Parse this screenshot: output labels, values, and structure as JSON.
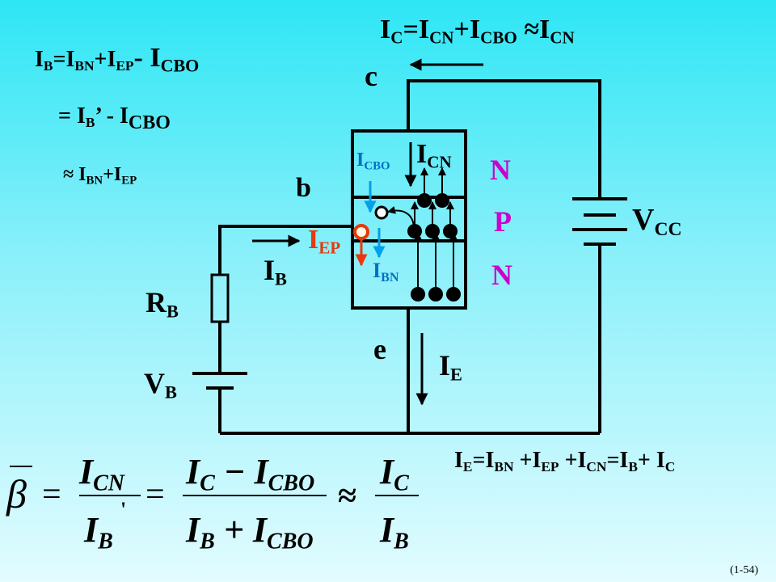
{
  "formulas": {
    "ic_top": {
      "main": "I",
      "sub1": "C",
      "eq": "=I",
      "sub2": "CN",
      "plus": "+I",
      "sub3": "CBO",
      "approx": " ≈I",
      "sub4": "CN"
    },
    "ib_line1": {
      "a": "I",
      "a_sub": "B",
      "b": "=I",
      "b_sub": "BN",
      "c": "+I",
      "c_sub": "EP",
      "d": "- I",
      "d_sub": "CBO"
    },
    "ib_line2": {
      "a": "= I",
      "a_sub": "B",
      "b": "’ - I",
      "b_sub": "CBO"
    },
    "ib_line3": {
      "a": "≈ I",
      "a_sub": "BN",
      "b": "+I",
      "b_sub": "EP"
    },
    "ie_bottom": {
      "a": "I",
      "a_sub": "E",
      "b": "=I",
      "b_sub": "BN",
      "c": " +I",
      "c_sub": "EP",
      "d": " +I",
      "d_sub": "CN",
      "e": "=I",
      "e_sub": "B",
      "f": "+  I",
      "f_sub": "C"
    }
  },
  "terminals": {
    "c": "c",
    "b": "b",
    "e": "e"
  },
  "regions": {
    "top": "N",
    "middle": "P",
    "bottom": "N"
  },
  "labels": {
    "icbo": {
      "main": "I",
      "sub": "CBO"
    },
    "icn": {
      "main": "I",
      "sub": "CN"
    },
    "iep": {
      "main": "I",
      "sub": "EP"
    },
    "ibn": {
      "main": "I",
      "sub": "BN"
    },
    "ib": {
      "main": "I",
      "sub": "B"
    },
    "ie": {
      "main": "I",
      "sub": "E"
    },
    "rb": {
      "main": "R",
      "sub": "B"
    },
    "vb": {
      "main": "V",
      "sub": "B"
    },
    "vcc": {
      "main": "V",
      "sub": "CC"
    }
  },
  "beta": {
    "symbol": "β",
    "eq1": "=",
    "f1_num": {
      "main": "I",
      "sub": "CN"
    },
    "f1_den": {
      "main": "I",
      "sub": "B",
      "prime": "'"
    },
    "eq2": "=",
    "f2_num": {
      "a": "I",
      "a_sub": "C",
      "op": " − I",
      "b_sub": "CBO"
    },
    "f2_den": {
      "a": "I",
      "a_sub": "B",
      "op": " + I",
      "b_sub": "CBO"
    },
    "approx": "≈",
    "f3_num": {
      "main": "I",
      "sub": "C"
    },
    "f3_den": {
      "main": "I",
      "sub": "B"
    }
  },
  "page_number": "(1-54)",
  "colors": {
    "red": "#e8380d",
    "blue": "#0070c0",
    "magenta": "#cc00cc",
    "icbo_arrow": "#00a0e9"
  }
}
